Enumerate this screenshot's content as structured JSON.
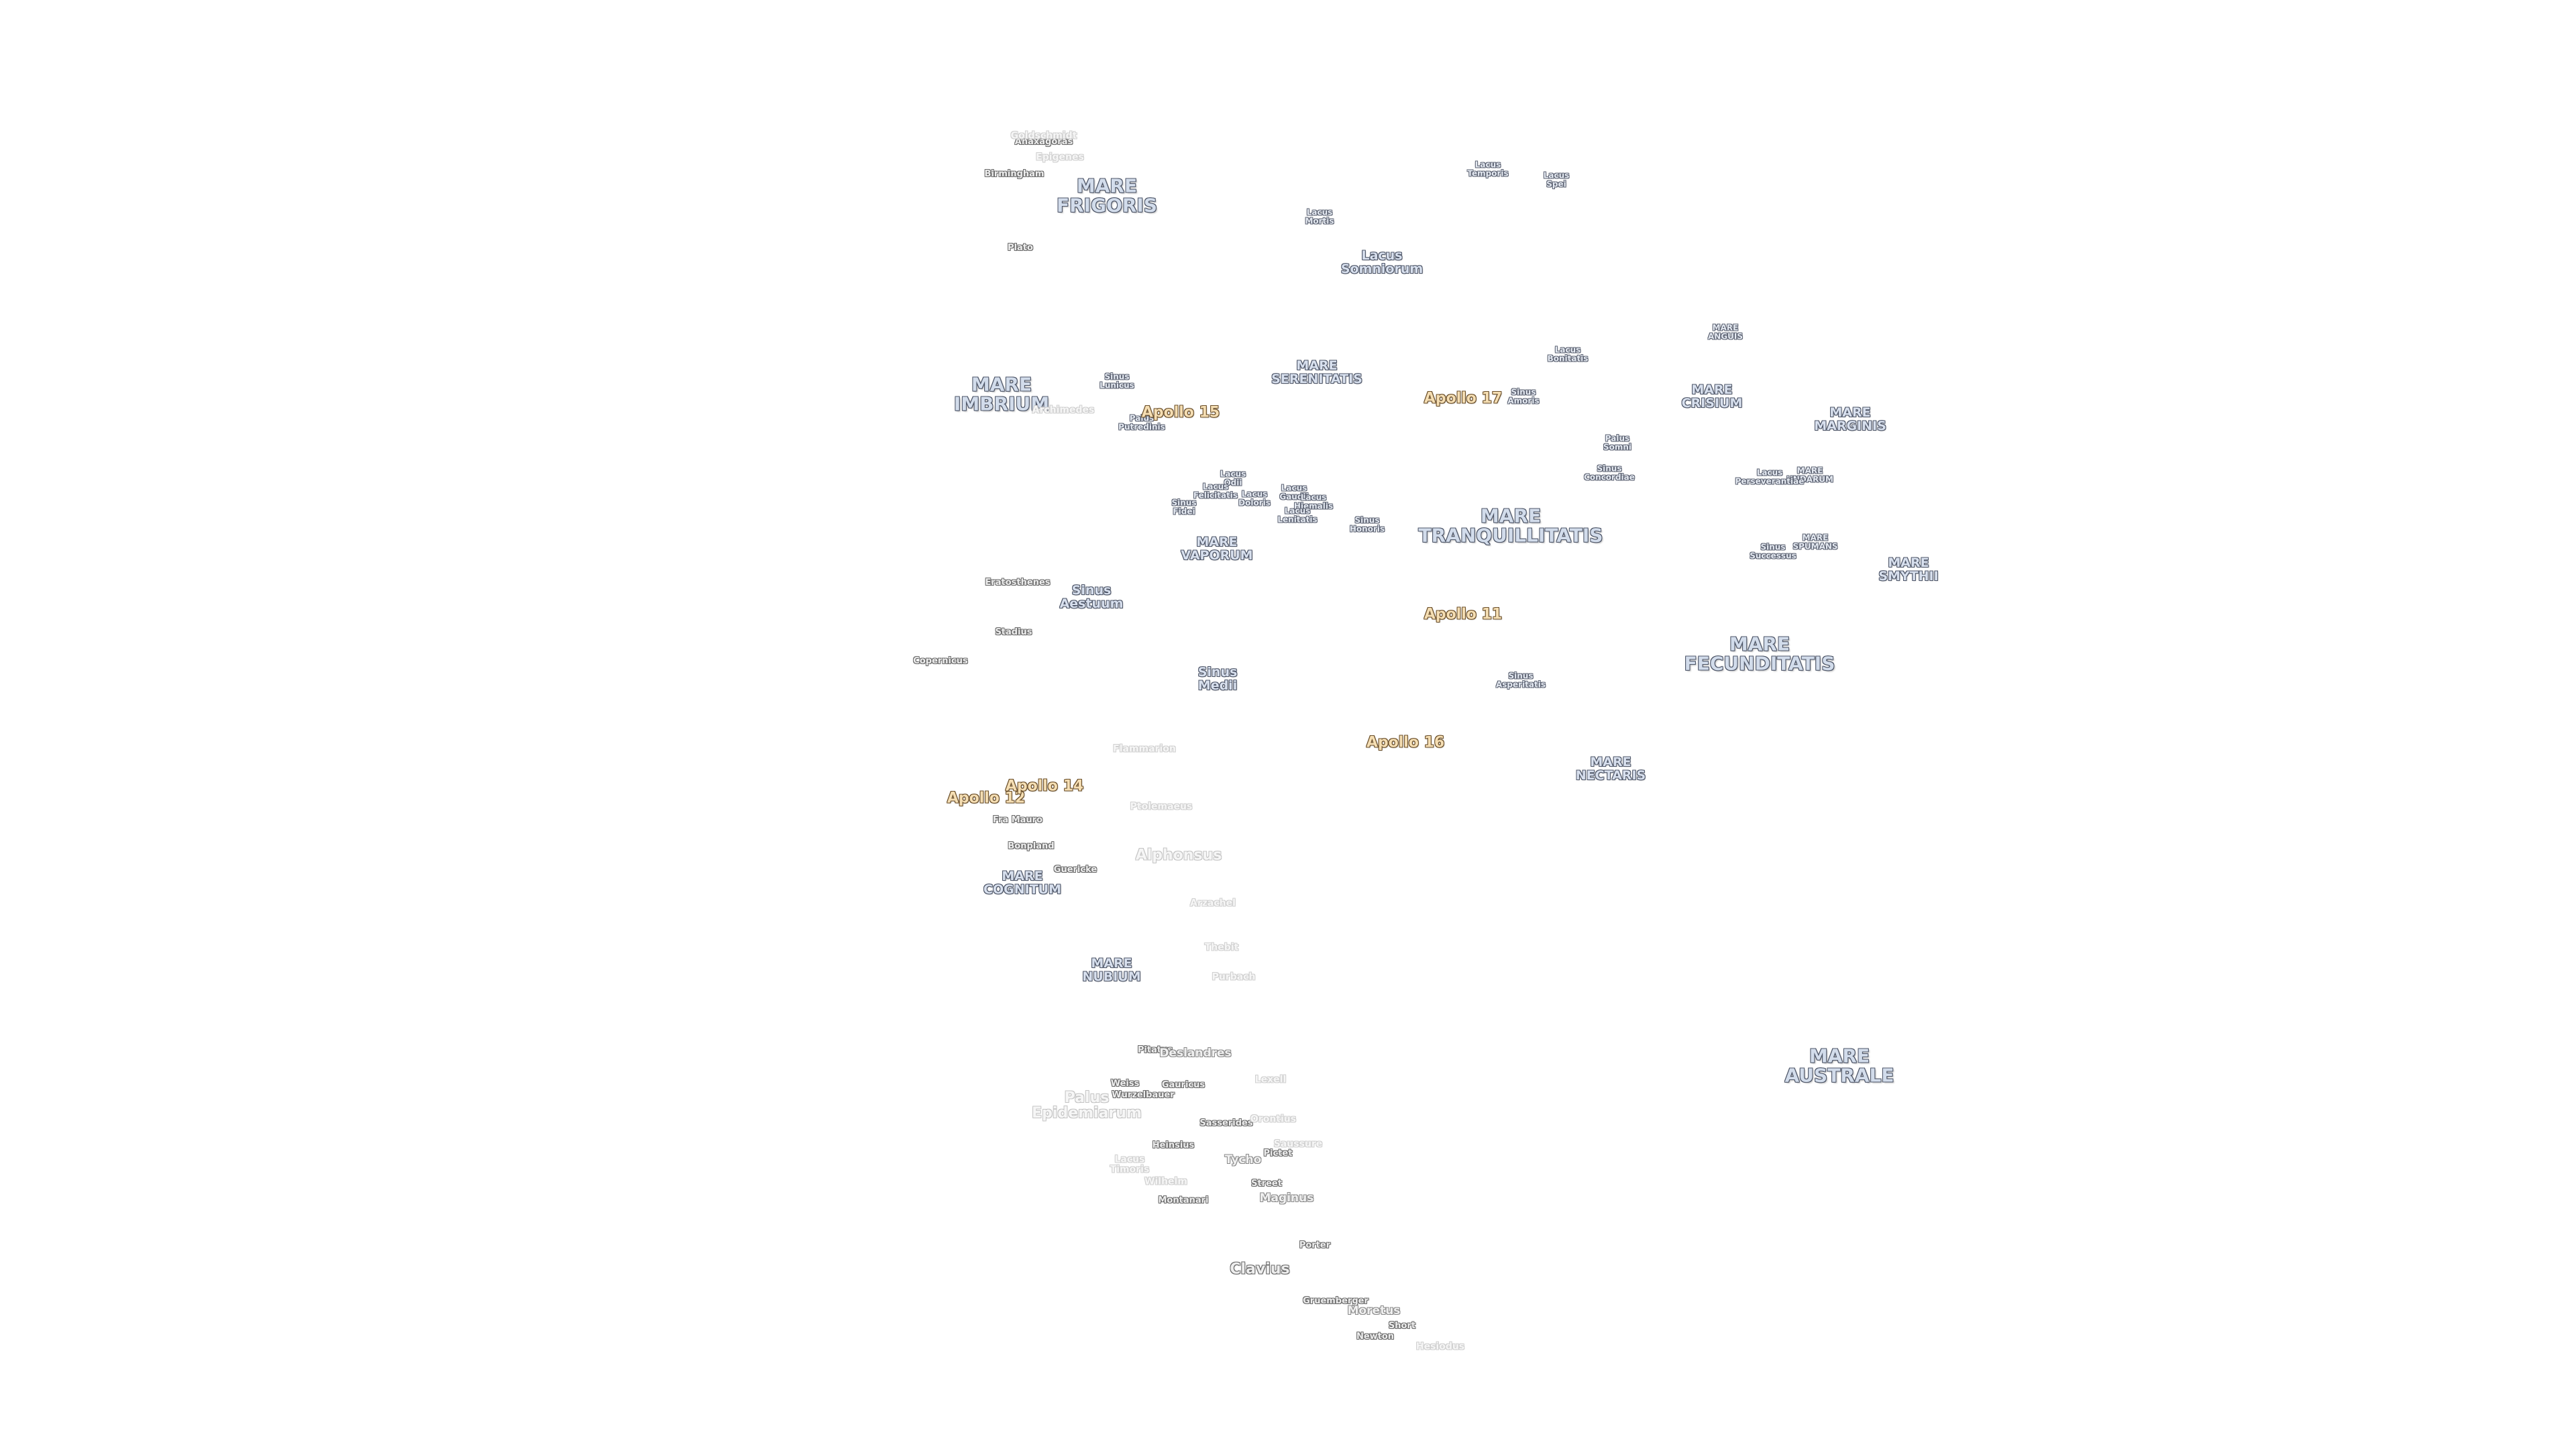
{
  "map": {
    "features": [
      {
        "id": "mare-frigoris",
        "text": "MARE\nFRIGORIS",
        "kind": "mare"
      },
      {
        "id": "mare-imbrium",
        "text": "MARE\nIMBRIUM",
        "kind": "mare"
      },
      {
        "id": "mare-serenitatis",
        "text": "MARE\nSERENITATIS",
        "kind": "sea"
      },
      {
        "id": "mare-tranquillitatis",
        "text": "MARE\nTRANQUILLITATIS",
        "kind": "mare"
      },
      {
        "id": "mare-crisium",
        "text": "MARE\nCRISIUM",
        "kind": "sea"
      },
      {
        "id": "mare-fecunditatis",
        "text": "MARE\nFECUNDITATIS",
        "kind": "mare"
      },
      {
        "id": "mare-nectaris",
        "text": "MARE\nNECTARIS",
        "kind": "sea"
      },
      {
        "id": "mare-nubium",
        "text": "MARE\nNUBIUM",
        "kind": "sea"
      },
      {
        "id": "mare-cognitum",
        "text": "MARE\nCOGNITUM",
        "kind": "sea"
      },
      {
        "id": "mare-vaporum",
        "text": "MARE\nVAPORUM",
        "kind": "sea"
      },
      {
        "id": "mare-marginis",
        "text": "MARE\nMARGINIS",
        "kind": "sea"
      },
      {
        "id": "mare-smythii",
        "text": "MARE\nSMYTHII",
        "kind": "sea"
      },
      {
        "id": "mare-australe",
        "text": "MARE\nAUSTRALE",
        "kind": "mare"
      },
      {
        "id": "mare-anguis",
        "text": "MARE\nANGUIS",
        "kind": "tiny"
      },
      {
        "id": "mare-undarum",
        "text": "MARE\nUNDARUM",
        "kind": "tiny"
      },
      {
        "id": "mare-spumans",
        "text": "MARE\nSPUMANS",
        "kind": "tiny"
      },
      {
        "id": "lacus-somniorum",
        "text": "Lacus\nSomniorum",
        "kind": "sea"
      },
      {
        "id": "lacus-mortis",
        "text": "Lacus\nMortis",
        "kind": "tiny"
      },
      {
        "id": "lacus-temporis",
        "text": "Lacus\nTemporis",
        "kind": "tiny"
      },
      {
        "id": "lacus-spei",
        "text": "Lacus\nSpei",
        "kind": "tiny"
      },
      {
        "id": "lacus-bonitatis",
        "text": "Lacus\nBonitatis",
        "kind": "tiny"
      },
      {
        "id": "lacus-perseverantiae",
        "text": "Lacus\nPerseverantiae",
        "kind": "tiny"
      },
      {
        "id": "lacus-odii",
        "text": "Lacus\nOdii",
        "kind": "tiny"
      },
      {
        "id": "lacus-felicitatis",
        "text": "Lacus\nFelicitatis",
        "kind": "tiny"
      },
      {
        "id": "lacus-doloris",
        "text": "Lacus\nDoloris",
        "kind": "tiny"
      },
      {
        "id": "lacus-gaudii",
        "text": "Lacus\nGaudii",
        "kind": "tiny"
      },
      {
        "id": "lacus-hiemalis",
        "text": "Lacus\nHiemalis",
        "kind": "tiny"
      },
      {
        "id": "lacus-lenitatis",
        "text": "Lacus\nLenitatis",
        "kind": "tiny"
      },
      {
        "id": "lacus-timoris",
        "text": "Lacus\nTimoris",
        "kind": "faint"
      },
      {
        "id": "sinus-medii",
        "text": "Sinus\nMedii",
        "kind": "sea"
      },
      {
        "id": "sinus-aestuum",
        "text": "Sinus\nAestuum",
        "kind": "sea"
      },
      {
        "id": "sinus-asperitatis",
        "text": "Sinus\nAsperitatis",
        "kind": "tiny"
      },
      {
        "id": "sinus-amoris",
        "text": "Sinus\nAmoris",
        "kind": "tiny"
      },
      {
        "id": "sinus-concordiae",
        "text": "Sinus\nConcordiae",
        "kind": "tiny"
      },
      {
        "id": "sinus-successus",
        "text": "Sinus\nSuccessus",
        "kind": "tiny"
      },
      {
        "id": "sinus-honoris",
        "text": "Sinus\nHonoris",
        "kind": "tiny"
      },
      {
        "id": "sinus-lunicus",
        "text": "Sinus\nLunicus",
        "kind": "tiny"
      },
      {
        "id": "sinus-fidei",
        "text": "Sinus\nFidei",
        "kind": "tiny"
      },
      {
        "id": "palus-somni",
        "text": "Palus\nSomni",
        "kind": "tiny"
      },
      {
        "id": "palus-putredinis",
        "text": "Palus\nPutredinis",
        "kind": "tiny"
      },
      {
        "id": "palus-epidemiarum",
        "text": "Palus\nEpidemiarum",
        "kind": "faint-big"
      },
      {
        "id": "apollo-11",
        "text": "Apollo 11",
        "kind": "apollo"
      },
      {
        "id": "apollo-12",
        "text": "Apollo 12",
        "kind": "apollo"
      },
      {
        "id": "apollo-14",
        "text": "Apollo 14",
        "kind": "apollo"
      },
      {
        "id": "apollo-15",
        "text": "Apollo 15",
        "kind": "apollo"
      },
      {
        "id": "apollo-16",
        "text": "Apollo 16",
        "kind": "apollo"
      },
      {
        "id": "apollo-17",
        "text": "Apollo 17",
        "kind": "apollo"
      },
      {
        "id": "anaxagoras",
        "text": "Anaxagoras",
        "kind": "crater"
      },
      {
        "id": "epigenes",
        "text": "Epigenes",
        "kind": "faint"
      },
      {
        "id": "goldschmidt",
        "text": "Goldschmidt",
        "kind": "faint"
      },
      {
        "id": "birmingham",
        "text": "Birmingham",
        "kind": "crater"
      },
      {
        "id": "plato",
        "text": "Plato",
        "kind": "crater"
      },
      {
        "id": "archimedes",
        "text": "Archimedes",
        "kind": "faint"
      },
      {
        "id": "eratosthenes",
        "text": "Eratosthenes",
        "kind": "crater"
      },
      {
        "id": "stadius",
        "text": "Stadius",
        "kind": "crater"
      },
      {
        "id": "copernicus",
        "text": "Copernicus",
        "kind": "crater"
      },
      {
        "id": "flammarion",
        "text": "Flammarion",
        "kind": "faint"
      },
      {
        "id": "ptolemaeus",
        "text": "Ptolemaeus",
        "kind": "faint"
      },
      {
        "id": "fra-mauro",
        "text": "Fra Mauro",
        "kind": "crater"
      },
      {
        "id": "bonpland",
        "text": "Bonpland",
        "kind": "crater"
      },
      {
        "id": "guericke",
        "text": "Guericke",
        "kind": "crater"
      },
      {
        "id": "alphonsus",
        "text": "Alphonsus",
        "kind": "faint-big"
      },
      {
        "id": "arzachel",
        "text": "Arzachel",
        "kind": "faint"
      },
      {
        "id": "thebit",
        "text": "Thebit",
        "kind": "faint"
      },
      {
        "id": "purbach",
        "text": "Purbach",
        "kind": "faint"
      },
      {
        "id": "pitatus",
        "text": "Pitatus",
        "kind": "crater"
      },
      {
        "id": "gauricus",
        "text": "Gauricus",
        "kind": "crater"
      },
      {
        "id": "deslandres",
        "text": "Deslandres",
        "kind": "crater-med"
      },
      {
        "id": "wurzelbauer",
        "text": "Wurzelbauer",
        "kind": "crater"
      },
      {
        "id": "weiss",
        "text": "Weiss",
        "kind": "crater"
      },
      {
        "id": "lexell",
        "text": "Lexell",
        "kind": "faint"
      },
      {
        "id": "sasserides",
        "text": "Sasserides",
        "kind": "crater"
      },
      {
        "id": "orontius",
        "text": "Orontius",
        "kind": "faint"
      },
      {
        "id": "heinsius",
        "text": "Heinsius",
        "kind": "crater"
      },
      {
        "id": "saussure",
        "text": "Saussure",
        "kind": "faint"
      },
      {
        "id": "pictet",
        "text": "Pictet",
        "kind": "crater"
      },
      {
        "id": "tycho",
        "text": "Tycho",
        "kind": "crater-med"
      },
      {
        "id": "wilhelm",
        "text": "Wilhelm",
        "kind": "faint"
      },
      {
        "id": "street",
        "text": "Street",
        "kind": "crater"
      },
      {
        "id": "maginus",
        "text": "Maginus",
        "kind": "crater-med"
      },
      {
        "id": "montanari",
        "text": "Montanari",
        "kind": "crater"
      },
      {
        "id": "porter",
        "text": "Porter",
        "kind": "crater"
      },
      {
        "id": "clavius",
        "text": "Clavius",
        "kind": "crater-big"
      },
      {
        "id": "gruemberger",
        "text": "Gruemberger",
        "kind": "crater"
      },
      {
        "id": "moretus",
        "text": "Moretus",
        "kind": "crater-med"
      },
      {
        "id": "short",
        "text": "Short",
        "kind": "crater"
      },
      {
        "id": "newton",
        "text": "Newton",
        "kind": "crater"
      },
      {
        "id": "hesiodus-far",
        "text": "Hesiodus",
        "kind": "faint"
      }
    ]
  }
}
